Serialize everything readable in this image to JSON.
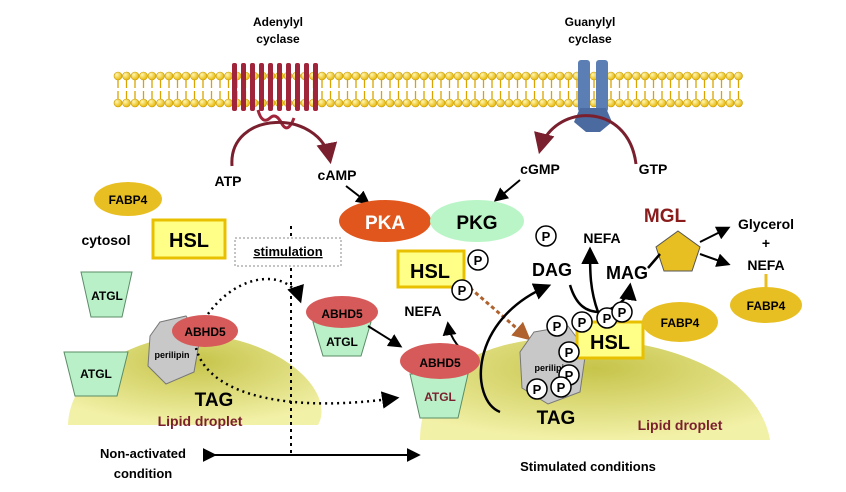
{
  "membrane": {
    "adenylyl_cyclase": [
      "Adenylyl",
      "cyclase"
    ],
    "guanylyl_cyclase": [
      "Guanylyl",
      "cyclase"
    ],
    "atp": "ATP",
    "camp": "cAMP",
    "cgmp": "cGMP",
    "gtp": "GTP"
  },
  "left": {
    "fabp4": "FABP4",
    "cytosol": "cytosol",
    "hsl": "HSL",
    "atgl_top": "ATGL",
    "atgl_bottom": "ATGL",
    "abhd5": "ABHD5",
    "perilipin": "perilipin",
    "tag": "TAG",
    "lipid_droplet": "Lipid droplet",
    "condition": [
      "Non-activated",
      "condition"
    ]
  },
  "center": {
    "stimulation": "stimulation",
    "abhd5_atgl": {
      "abhd5": "ABHD5",
      "atgl": "ATGL"
    }
  },
  "right": {
    "pka": "PKA",
    "pkg": "PKG",
    "hsl_cytosol": "HSL",
    "p": "P",
    "nefa_left": "NEFA",
    "abhd5": "ABHD5",
    "atgl": "ATGL",
    "perilipin": "perilipin",
    "tag": "TAG",
    "dag": "DAG",
    "nefa_top": "NEFA",
    "mag": "MAG",
    "mgl": "MGL",
    "glycerol": "Glycerol",
    "plus": "+",
    "nefa_right": "NEFA",
    "fabp4_mid": "FABP4",
    "fabp4_right": "FABP4",
    "hsl_droplet": "HSL",
    "lipid_droplet": "Lipid droplet",
    "condition": "Stimulated conditions"
  },
  "colors": {
    "membrane": "#f2c200",
    "receptor": "#a0243a",
    "guanylyl": "#5b7fb5",
    "droplet": "#d8d666",
    "fabp4": "#e8bf22",
    "hsl_fill": "#ffff88",
    "hsl_border": "#e8c000",
    "atgl": "#b9f0c8",
    "abhd5": "#d75a5a",
    "perilipin": "#c8c8c8",
    "pka": "#e0561c",
    "pkg": "#b9f5c6",
    "mgl": "#e8bf22",
    "mgl_text": "#8a1c1c",
    "arrow_dark": "#7a1f2e",
    "arrow_brown": "#b0622e"
  }
}
